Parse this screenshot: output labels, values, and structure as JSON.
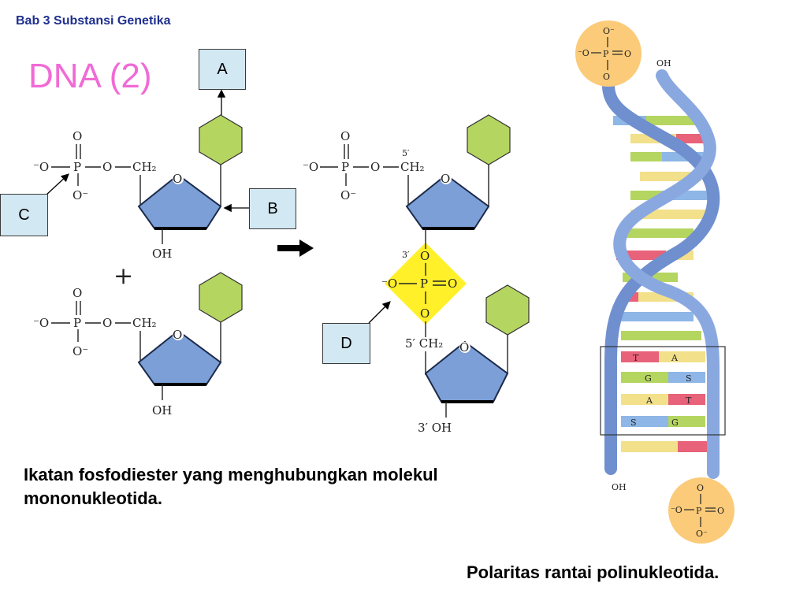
{
  "header": {
    "text": "Bab 3 Substansi Genetika"
  },
  "title": {
    "text": "DNA (2)"
  },
  "labels": {
    "a": "A",
    "b": "B",
    "c": "C",
    "d": "D"
  },
  "chem": {
    "o": "O",
    "p": "P",
    "o_minus": "O⁻",
    "minus_o": "⁻O",
    "ch2": "CH₂",
    "oh": "OH",
    "prime5": "5′",
    "prime3": "3′",
    "prime5_ch2": "5′ CH₂",
    "prime3_oh": "3′ OH",
    "plus": "+"
  },
  "helix": {
    "top_phosphate": {
      "o_top": "O⁻",
      "minus_o": "⁻O",
      "p": "P",
      "o_right": "O",
      "o_bottom": "O"
    },
    "oh_top": "OH",
    "oh_bottom": "OH",
    "bottom_phosphate": {
      "o_top": "O",
      "minus_o": "⁻O",
      "p": "P",
      "o_right": "O",
      "o_bottom": "O⁻"
    },
    "base_pairs": [
      {
        "left": "T",
        "right": "A"
      },
      {
        "left": "G",
        "right": "S"
      },
      {
        "left": "A",
        "right": "T"
      },
      {
        "left": "S",
        "right": "G"
      }
    ]
  },
  "colors": {
    "sugar": "#7b9fd6",
    "base": "#b5d561",
    "phosphate_highlight": "#fff02a",
    "phosphate_circle": "#fbcb7a",
    "title": "#f06ad6",
    "header": "#1f2f8f"
  },
  "captions": {
    "bond": "Ikatan fosfodiester yang menghubungkan molekul mononukleotida.",
    "polarity": "Polaritas rantai polinukleotida."
  }
}
